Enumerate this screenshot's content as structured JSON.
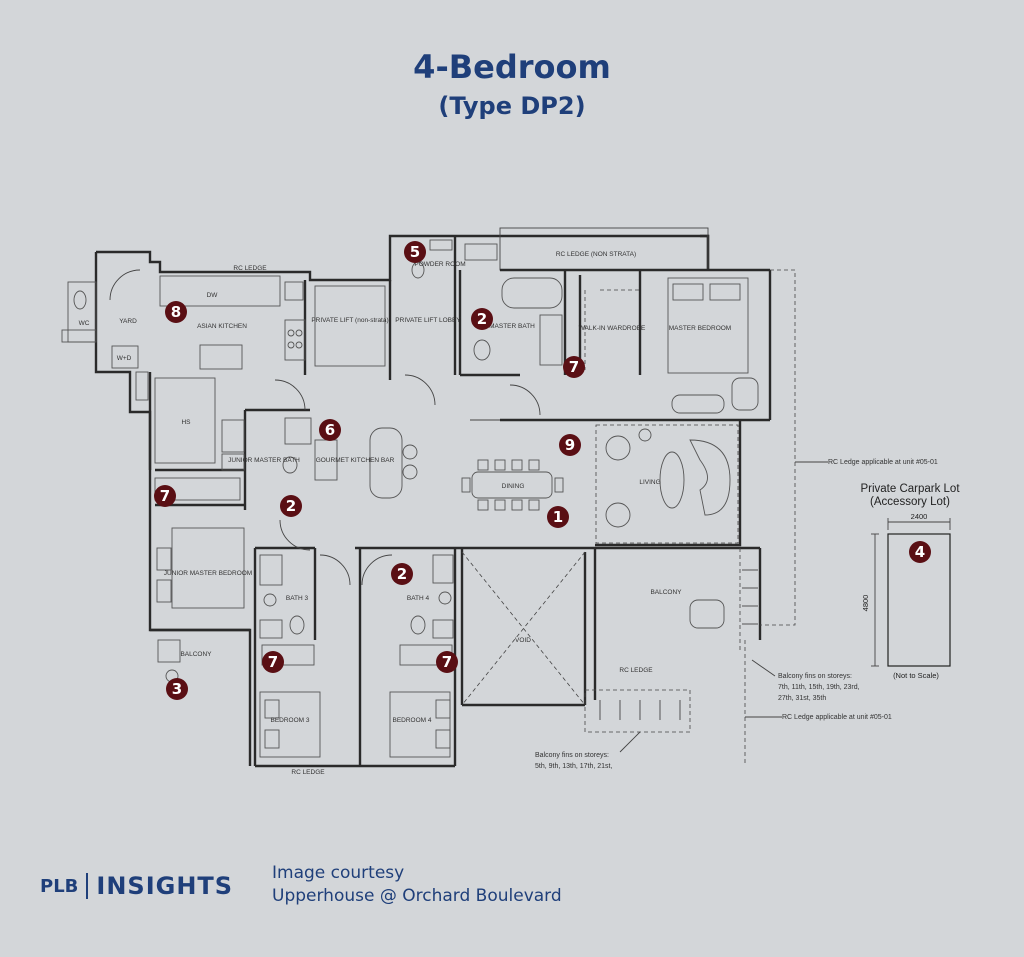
{
  "header": {
    "title": "4-Bedroom",
    "subtitle": "(Type DP2)"
  },
  "rooms": {
    "wc": "WC",
    "yard": "YARD",
    "asian_kitchen": "ASIAN KITCHEN",
    "dw": "DW",
    "wd": "W+D",
    "hs": "HS",
    "private_lift": "PRIVATE LIFT (non-strata)",
    "private_lift_lobby": "PRIVATE LIFT LOBBY",
    "powder_room": "POWDER ROOM",
    "master_bath": "MASTER BATH",
    "walk_in_wardrobe": "WALK-IN WARDROBE",
    "master_bedroom": "MASTER BEDROOM",
    "junior_master_bath": "JUNIOR MASTER BATH",
    "gourmet_kitchen_bar": "GOURMET KITCHEN BAR",
    "dining": "DINING",
    "living": "LIVING",
    "junior_master_bedroom": "JUNIOR MASTER BEDROOM",
    "bath3": "BATH 3",
    "bath4": "BATH 4",
    "void": "VOID",
    "balcony_left": "BALCONY",
    "balcony_right": "BALCONY",
    "bedroom3": "BEDROOM 3",
    "bedroom4": "BEDROOM 4",
    "rc_ledge_top": "RC LEDGE",
    "rc_ledge_non_strata": "RC LEDGE (NON STRATA)",
    "rc_ledge_bottom": "RC LEDGE",
    "rc_ledge_balcony": "RC LEDGE"
  },
  "notes": {
    "rc_ledge_1": "RC Ledge applicable at unit #05-01",
    "rc_ledge_2": "RC Ledge applicable at unit #05-01",
    "fins_right": [
      "Balcony fins on storeys:",
      "7th, 11th, 15th, 19th, 23rd,",
      "27th, 31st, 35th"
    ],
    "fins_bottom": [
      "Balcony fins on storeys:",
      "5th, 9th, 13th, 17th, 21st,"
    ]
  },
  "carpark": {
    "title": "Private Carpark Lot",
    "subtitle": "(Accessory Lot)",
    "width": "2400",
    "length": "4800",
    "scale_note": "(Not to Scale)"
  },
  "markers": [
    "1",
    "2",
    "2",
    "2",
    "3",
    "4",
    "5",
    "6",
    "7",
    "7",
    "7",
    "7",
    "8",
    "9"
  ],
  "footer": {
    "logo_left": "PLB",
    "logo_right": "INSIGHTS",
    "credit_line1": "Image courtesy",
    "credit_line2": "Upperhouse @ Orchard Boulevard"
  },
  "colors": {
    "background": "#d3d6d9",
    "brand_blue": "#1f3f7a",
    "marker": "#5a0f14"
  }
}
